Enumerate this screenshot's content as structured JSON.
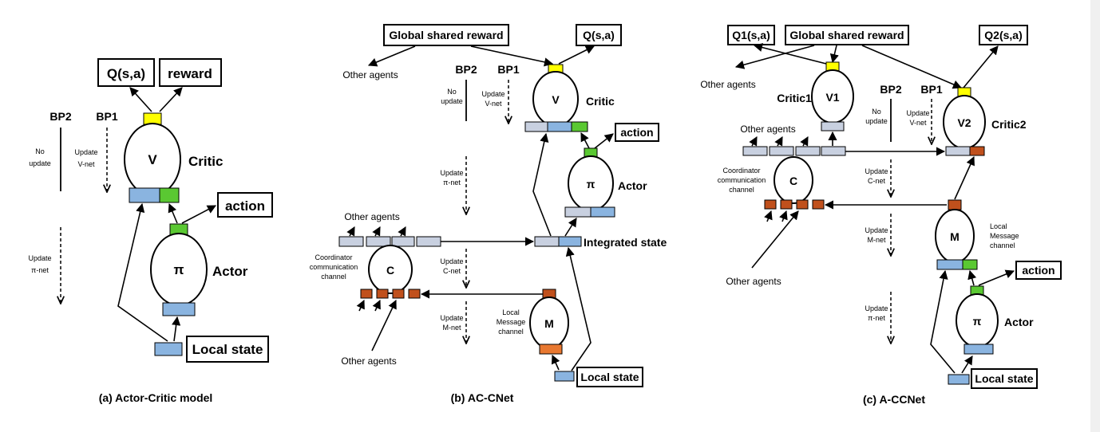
{
  "colors": {
    "yellow": "#ffff00",
    "green": "#5ac832",
    "blue": "#8ab4e0",
    "light_gray": "#c8d0e0",
    "brown": "#c0501c",
    "orange": "#e87830"
  },
  "panel_a": {
    "caption": "(a) Actor-Critic model",
    "q_box": "Q(s,a)",
    "reward_box": "reward",
    "bp2": "BP2",
    "bp1": "BP1",
    "no_update": [
      "No",
      "update"
    ],
    "update_v": [
      "Update",
      "V-net"
    ],
    "update_pi": [
      "Update",
      "π-net"
    ],
    "critic_symbol": "V",
    "critic_label": "Critic",
    "actor_symbol": "π",
    "actor_label": "Actor",
    "action_box": "action",
    "local_state_box": "Local state"
  },
  "panel_b": {
    "caption": "(b) AC-CNet",
    "global_reward_box": "Global shared reward",
    "q_box": "Q(s,a)",
    "other_agents_top": "Other agents",
    "bp2": "BP2",
    "bp1": "BP1",
    "no_update": [
      "No",
      "update"
    ],
    "update_v": [
      "Update",
      "V-net"
    ],
    "critic_symbol": "V",
    "critic_label": "Critic",
    "action_box": "action",
    "update_pi": [
      "Update",
      "π-net"
    ],
    "actor_symbol": "π",
    "actor_label": "Actor",
    "other_agents_mid": "Other agents",
    "integrated_state": "Integrated state",
    "coordinator_label": [
      "Coordinator",
      "communication",
      "channel"
    ],
    "coordinator_symbol": "C",
    "update_c": [
      "Update",
      "C-net"
    ],
    "update_m": [
      "Update",
      "M-net"
    ],
    "local_msg_label": [
      "Local",
      "Message",
      "channel"
    ],
    "msg_symbol": "M",
    "other_agents_bottom": "Other agents",
    "local_state_box": "Local state"
  },
  "panel_c": {
    "caption": "(c) A-CCNet",
    "q1_box": "Q1(s,a)",
    "global_reward_box": "Global shared reward",
    "q2_box": "Q2(s,a)",
    "other_agents_top": "Other agents",
    "critic1_label": "Critic1",
    "critic1_symbol": "V1",
    "bp2": "BP2",
    "bp1": "BP1",
    "no_update": [
      "No",
      "update"
    ],
    "update_v": [
      "Update",
      "V-net"
    ],
    "critic2_symbol": "V2",
    "critic2_label": "Critic2",
    "other_agents_mid": "Other agents",
    "coordinator_label": [
      "Coordinator",
      "communication",
      "channel"
    ],
    "coordinator_symbol": "C",
    "update_c": [
      "Update",
      "C-net"
    ],
    "update_m": [
      "Update",
      "M-net"
    ],
    "msg_symbol": "M",
    "local_msg_label": [
      "Local",
      "Message",
      "channel"
    ],
    "other_agents_bottom": "Other agents",
    "action_box": "action",
    "update_pi": [
      "Update",
      "π-net"
    ],
    "actor_symbol": "π",
    "actor_label": "Actor",
    "local_state_box": "Local state"
  }
}
